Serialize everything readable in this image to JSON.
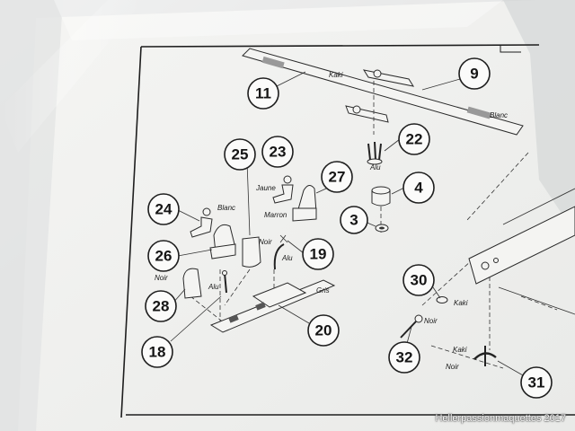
{
  "callouts": [
    {
      "id": "c11",
      "text": "11"
    },
    {
      "id": "c9",
      "text": "9"
    },
    {
      "id": "c22",
      "text": "22"
    },
    {
      "id": "c25",
      "text": "25"
    },
    {
      "id": "c23",
      "text": "23"
    },
    {
      "id": "c27",
      "text": "27"
    },
    {
      "id": "c4",
      "text": "4"
    },
    {
      "id": "c24",
      "text": "24"
    },
    {
      "id": "c3",
      "text": "3"
    },
    {
      "id": "c26",
      "text": "26"
    },
    {
      "id": "c19",
      "text": "19"
    },
    {
      "id": "c30",
      "text": "30"
    },
    {
      "id": "c28",
      "text": "28"
    },
    {
      "id": "c20",
      "text": "20"
    },
    {
      "id": "c18",
      "text": "18"
    },
    {
      "id": "c32",
      "text": "32"
    },
    {
      "id": "c31",
      "text": "31"
    }
  ],
  "color_labels": {
    "kaki_top": "Kaki",
    "alu_22": "Alu",
    "blanc_left": "Blanc",
    "blanc_right": "Blanc",
    "jaune": "Jaune",
    "marron": "Marron",
    "noir_25": "Noir",
    "alu_19": "Alu",
    "noir_28": "Noir",
    "alu_28": "Alu",
    "gris": "Gris",
    "kaki_30": "Kaki",
    "noir_32": "Noir",
    "kaki_31": "Kaki",
    "noir_31": "Noir"
  },
  "watermark": "Hellerpassionmaquettes 2017",
  "colors": {
    "paper": "#f7f7f5",
    "plastic_bag": "#cfd1d1",
    "ink": "#1e1e1e"
  }
}
